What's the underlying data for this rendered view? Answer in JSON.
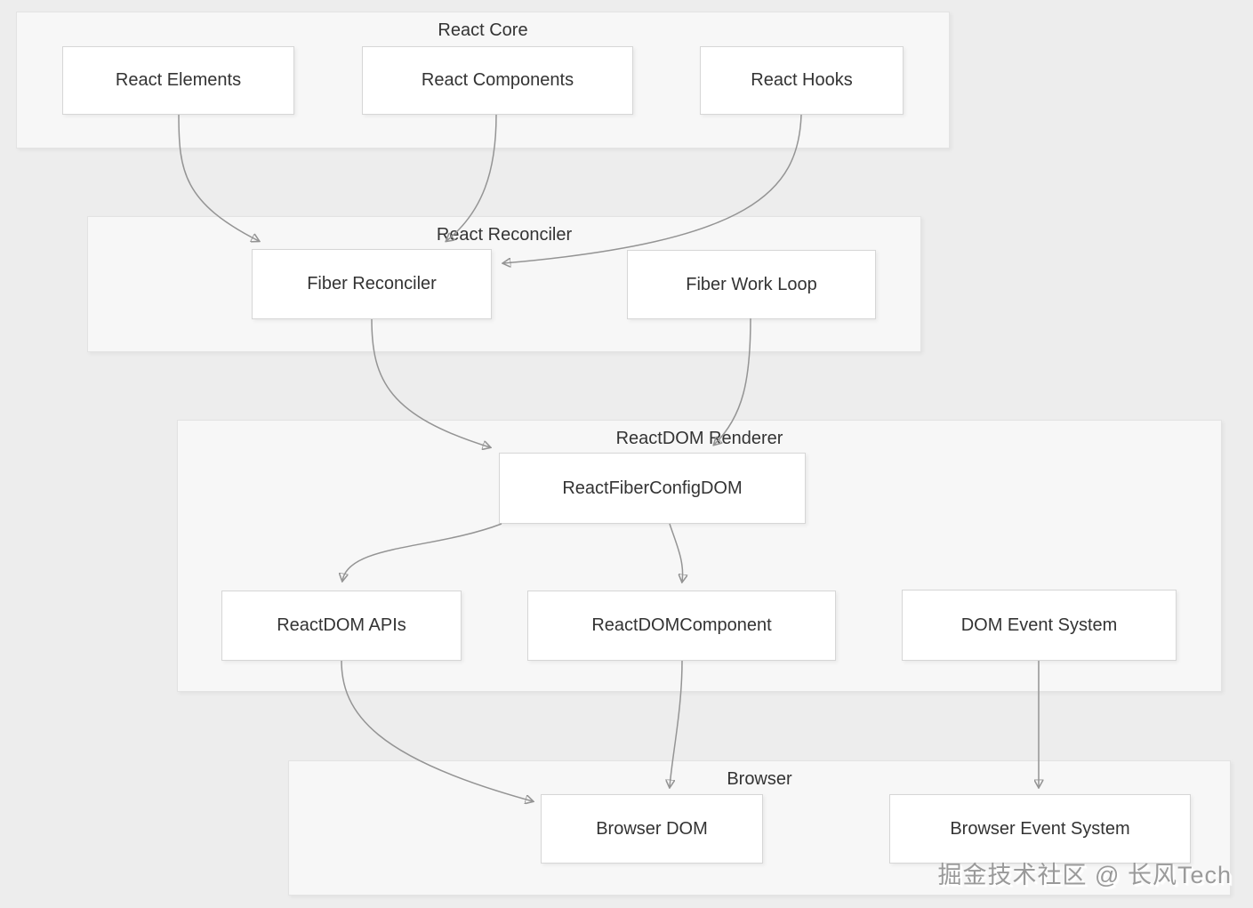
{
  "diagram": {
    "type": "flowchart",
    "groups": [
      {
        "title": "React Core",
        "nodes": [
          "React Elements",
          "React Components",
          "React Hooks"
        ]
      },
      {
        "title": "React Reconciler",
        "nodes": [
          "Fiber Reconciler",
          "Fiber Work Loop"
        ]
      },
      {
        "title": "ReactDOM Renderer",
        "nodes": [
          "ReactFiberConfigDOM",
          "ReactDOM APIs",
          "ReactDOMComponent",
          "DOM Event System"
        ]
      },
      {
        "title": "Browser",
        "nodes": [
          "Browser DOM",
          "Browser Event System"
        ]
      }
    ],
    "edges": [
      {
        "from": "React Elements",
        "to": "Fiber Reconciler"
      },
      {
        "from": "React Components",
        "to": "Fiber Reconciler"
      },
      {
        "from": "React Hooks",
        "to": "Fiber Reconciler"
      },
      {
        "from": "Fiber Reconciler",
        "to": "ReactFiberConfigDOM"
      },
      {
        "from": "Fiber Work Loop",
        "to": "ReactFiberConfigDOM"
      },
      {
        "from": "ReactFiberConfigDOM",
        "to": "ReactDOM APIs"
      },
      {
        "from": "ReactFiberConfigDOM",
        "to": "ReactDOMComponent"
      },
      {
        "from": "ReactDOM APIs",
        "to": "Browser DOM"
      },
      {
        "from": "ReactDOMComponent",
        "to": "Browser DOM"
      },
      {
        "from": "DOM Event System",
        "to": "Browser Event System"
      }
    ]
  },
  "watermark": {
    "text": "掘金技术社区 @ 长风Tech"
  },
  "colors": {
    "page_background": "#ededed",
    "group_fill": "#f7f7f7",
    "group_border": "#e3e3e3",
    "node_fill": "#ffffff",
    "node_border": "#d6d6d6",
    "text": "#333333",
    "edge": "#949494",
    "arrowhead": "#8a8a8a",
    "watermark": "#9a9a9a"
  }
}
